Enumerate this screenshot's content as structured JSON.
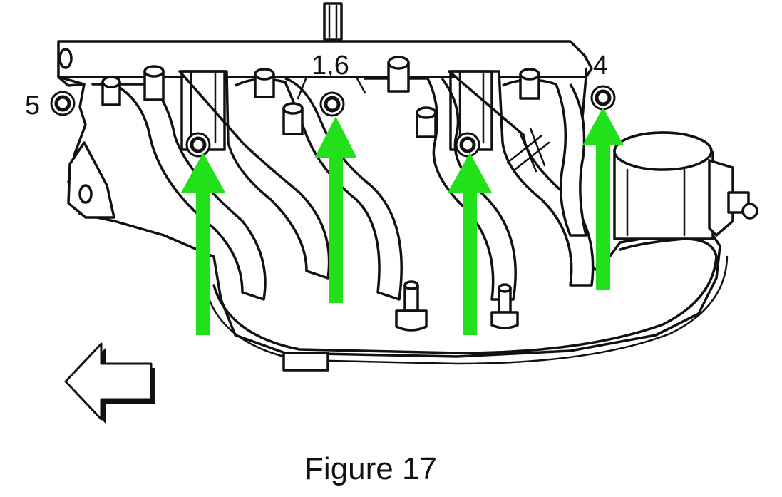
{
  "figure": {
    "caption": "Figure 17",
    "callouts": [
      {
        "id": "5",
        "label": "5"
      },
      {
        "id": "1-6",
        "label": "1,6"
      },
      {
        "id": "4",
        "label": "4"
      }
    ],
    "arrow_color": "#22e01a",
    "outline_color": "#111111"
  }
}
